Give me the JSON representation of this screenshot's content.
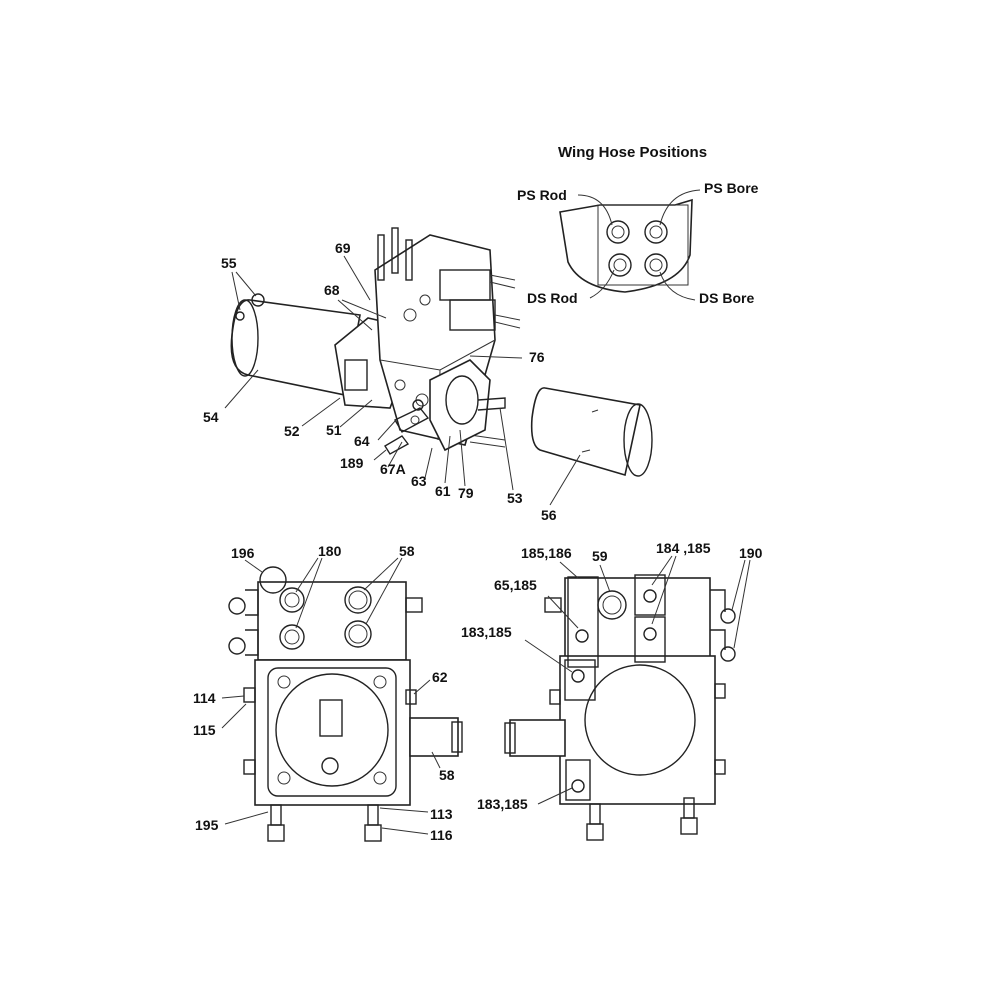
{
  "diagram": {
    "inset_title": "Wing Hose Positions",
    "inset_labels": {
      "ps_rod": "PS Rod",
      "ps_bore": "PS Bore",
      "ds_rod": "DS Rod",
      "ds_bore": "DS Bore"
    },
    "top_assembly_callouts": {
      "c55": "55",
      "c69": "69",
      "c68": "68",
      "c76": "76",
      "c54": "54",
      "c52": "52",
      "c51": "51",
      "c64": "64",
      "c189": "189",
      "c67a": "67A",
      "c63": "63",
      "c61": "61",
      "c79": "79",
      "c53": "53",
      "c56": "56"
    },
    "front_view_callouts": {
      "c196": "196",
      "c180": "180",
      "c58a": "58",
      "c62": "62",
      "c114": "114",
      "c115": "115",
      "c58b": "58",
      "c195": "195",
      "c113": "113",
      "c116": "116"
    },
    "rear_view_callouts": {
      "c185_186": "185,186",
      "c59": "59",
      "c184_185": "184 ,185",
      "c190": "190",
      "c65_185": "65,185",
      "c183_185a": "183,185",
      "c183_185b": "183,185"
    },
    "colors": {
      "line": "#222222",
      "background": "#ffffff"
    }
  }
}
